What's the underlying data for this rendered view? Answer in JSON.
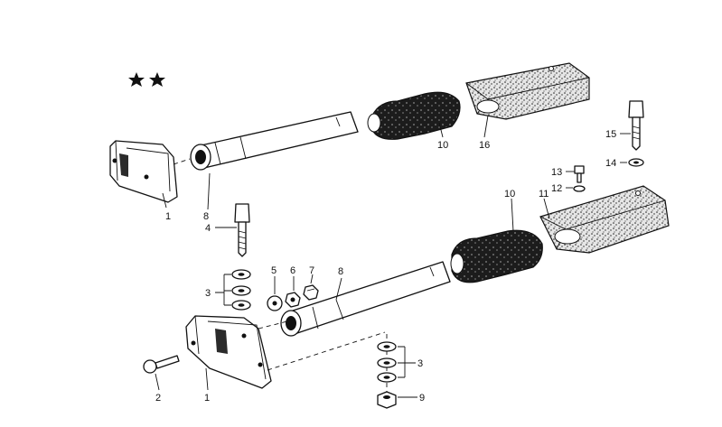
{
  "callouts": {
    "c1_top": "1",
    "c8_top": "8",
    "c10_top": "10",
    "c16": "16",
    "c15": "15",
    "c14": "14",
    "c13": "13",
    "c12": "12",
    "c11": "11",
    "c10_right": "10",
    "c4": "4",
    "c3_left": "3",
    "c5": "5",
    "c6": "6",
    "c7": "7",
    "c8_mid": "8",
    "c2": "2",
    "c1_bottom": "1",
    "c3_right": "3",
    "c9": "9"
  },
  "icons": [
    "star-icon",
    "star-icon"
  ]
}
